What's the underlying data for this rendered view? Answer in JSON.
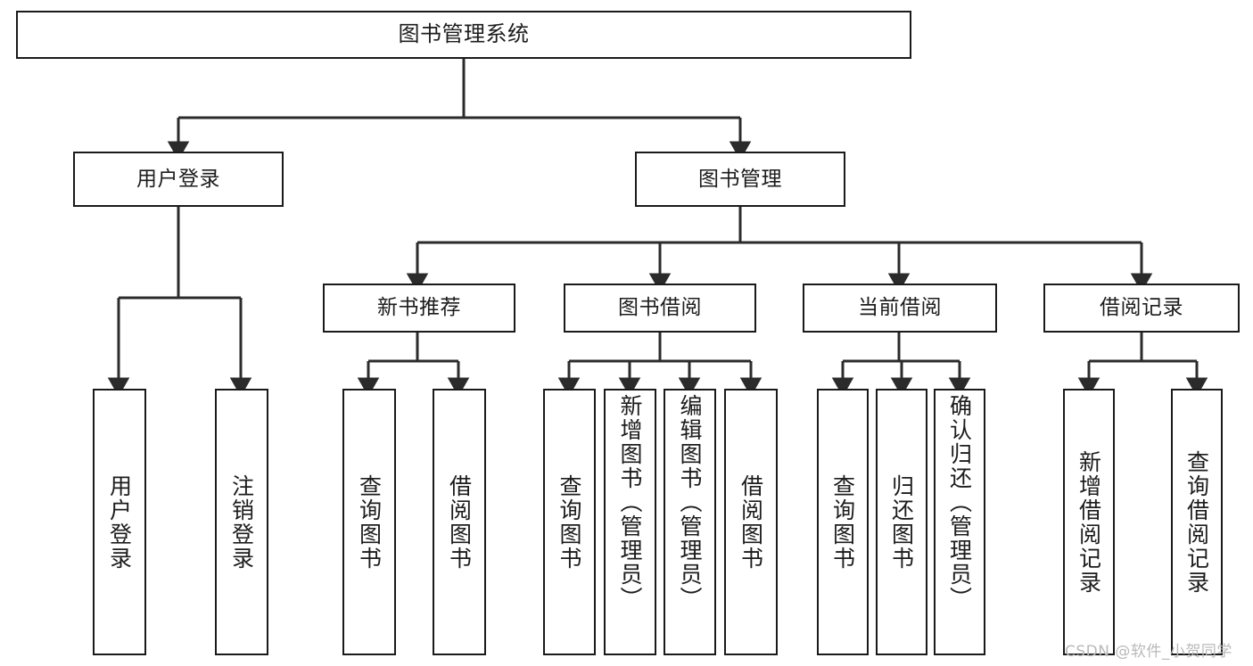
{
  "diagram": {
    "title": "图书管理系统",
    "type": "tree-hierarchy",
    "root": {
      "id": "root",
      "label": "图书管理系统"
    },
    "level2": [
      {
        "id": "user-login",
        "label": "用户登录"
      },
      {
        "id": "book-management",
        "label": "图书管理"
      }
    ],
    "level3": [
      {
        "id": "new-book-recommend",
        "label": "新书推荐",
        "parent": "book-management"
      },
      {
        "id": "book-borrow",
        "label": "图书借阅",
        "parent": "book-management"
      },
      {
        "id": "current-borrow",
        "label": "当前借阅",
        "parent": "book-management"
      },
      {
        "id": "borrow-record",
        "label": "借阅记录",
        "parent": "book-management"
      }
    ],
    "leaves": [
      {
        "id": "leaf-user-login",
        "label": "用户登录",
        "parent": "user-login"
      },
      {
        "id": "leaf-logout-login",
        "label": "注销登录",
        "parent": "user-login"
      },
      {
        "id": "leaf-query-book-1",
        "label": "查询图书",
        "parent": "new-book-recommend"
      },
      {
        "id": "leaf-borrow-book-1",
        "label": "借阅图书",
        "parent": "new-book-recommend"
      },
      {
        "id": "leaf-query-book-2",
        "label": "查询图书",
        "parent": "book-borrow"
      },
      {
        "id": "leaf-add-book",
        "label": "新增图书（管理员）",
        "parent": "book-borrow"
      },
      {
        "id": "leaf-edit-book",
        "label": "编辑图书（管理员）",
        "parent": "book-borrow"
      },
      {
        "id": "leaf-borrow-book-2",
        "label": "借阅图书",
        "parent": "book-borrow"
      },
      {
        "id": "leaf-query-book-3",
        "label": "查询图书",
        "parent": "current-borrow"
      },
      {
        "id": "leaf-return-book",
        "label": "归还图书",
        "parent": "current-borrow"
      },
      {
        "id": "leaf-confirm-return",
        "label": "确认归还（管理员）",
        "parent": "current-borrow"
      },
      {
        "id": "leaf-add-record",
        "label": "新增借阅记录",
        "parent": "borrow-record"
      },
      {
        "id": "leaf-query-record",
        "label": "查询借阅记录",
        "parent": "borrow-record"
      }
    ],
    "colors": {
      "stroke": "#1a1a1a",
      "fill": "#ffffff",
      "text": "#1c1c1c",
      "watermark": "#b9b9b9"
    }
  },
  "watermark": {
    "text": "CSDN @软件_小贺同学"
  }
}
